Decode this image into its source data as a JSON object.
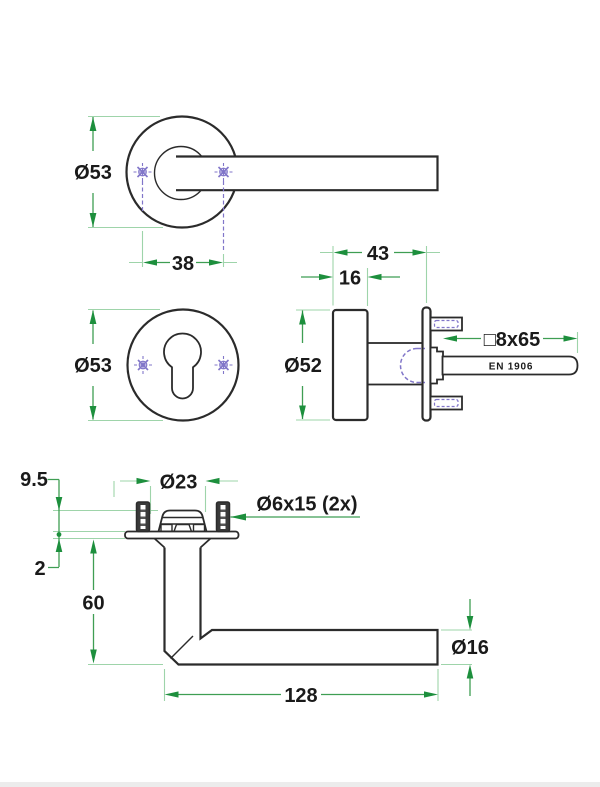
{
  "title": "Door lever handle technical drawing",
  "colors": {
    "outline": "#2b2b2b",
    "dimension_line": "#3f9e53",
    "extension_line": "#9ed4aa",
    "arrowhead": "#1d8f3d",
    "hidden_detail": "#8176c9",
    "background": "#ffffff"
  },
  "views": {
    "lever_front": {
      "dims": {
        "rose_diameter": "Ø53",
        "fixing_spacing": "38"
      }
    },
    "escutcheon_front": {
      "dims": {
        "rose_diameter": "Ø53"
      }
    },
    "rose_side": {
      "dims": {
        "total_depth": "43",
        "rose_depth": "16",
        "rose_diameter": "Ø52",
        "spindle_spec": "□8x65"
      },
      "spindle_marking": "EN 1906"
    },
    "lever_side": {
      "dims": {
        "clip_height": "9.5",
        "plate_thickness": "2",
        "lever_drop": "60",
        "boss_diameter": "Ø23",
        "screw_spec": "Ø6x15 (2x)",
        "lever_length": "128",
        "grip_diameter": "Ø16"
      }
    }
  }
}
